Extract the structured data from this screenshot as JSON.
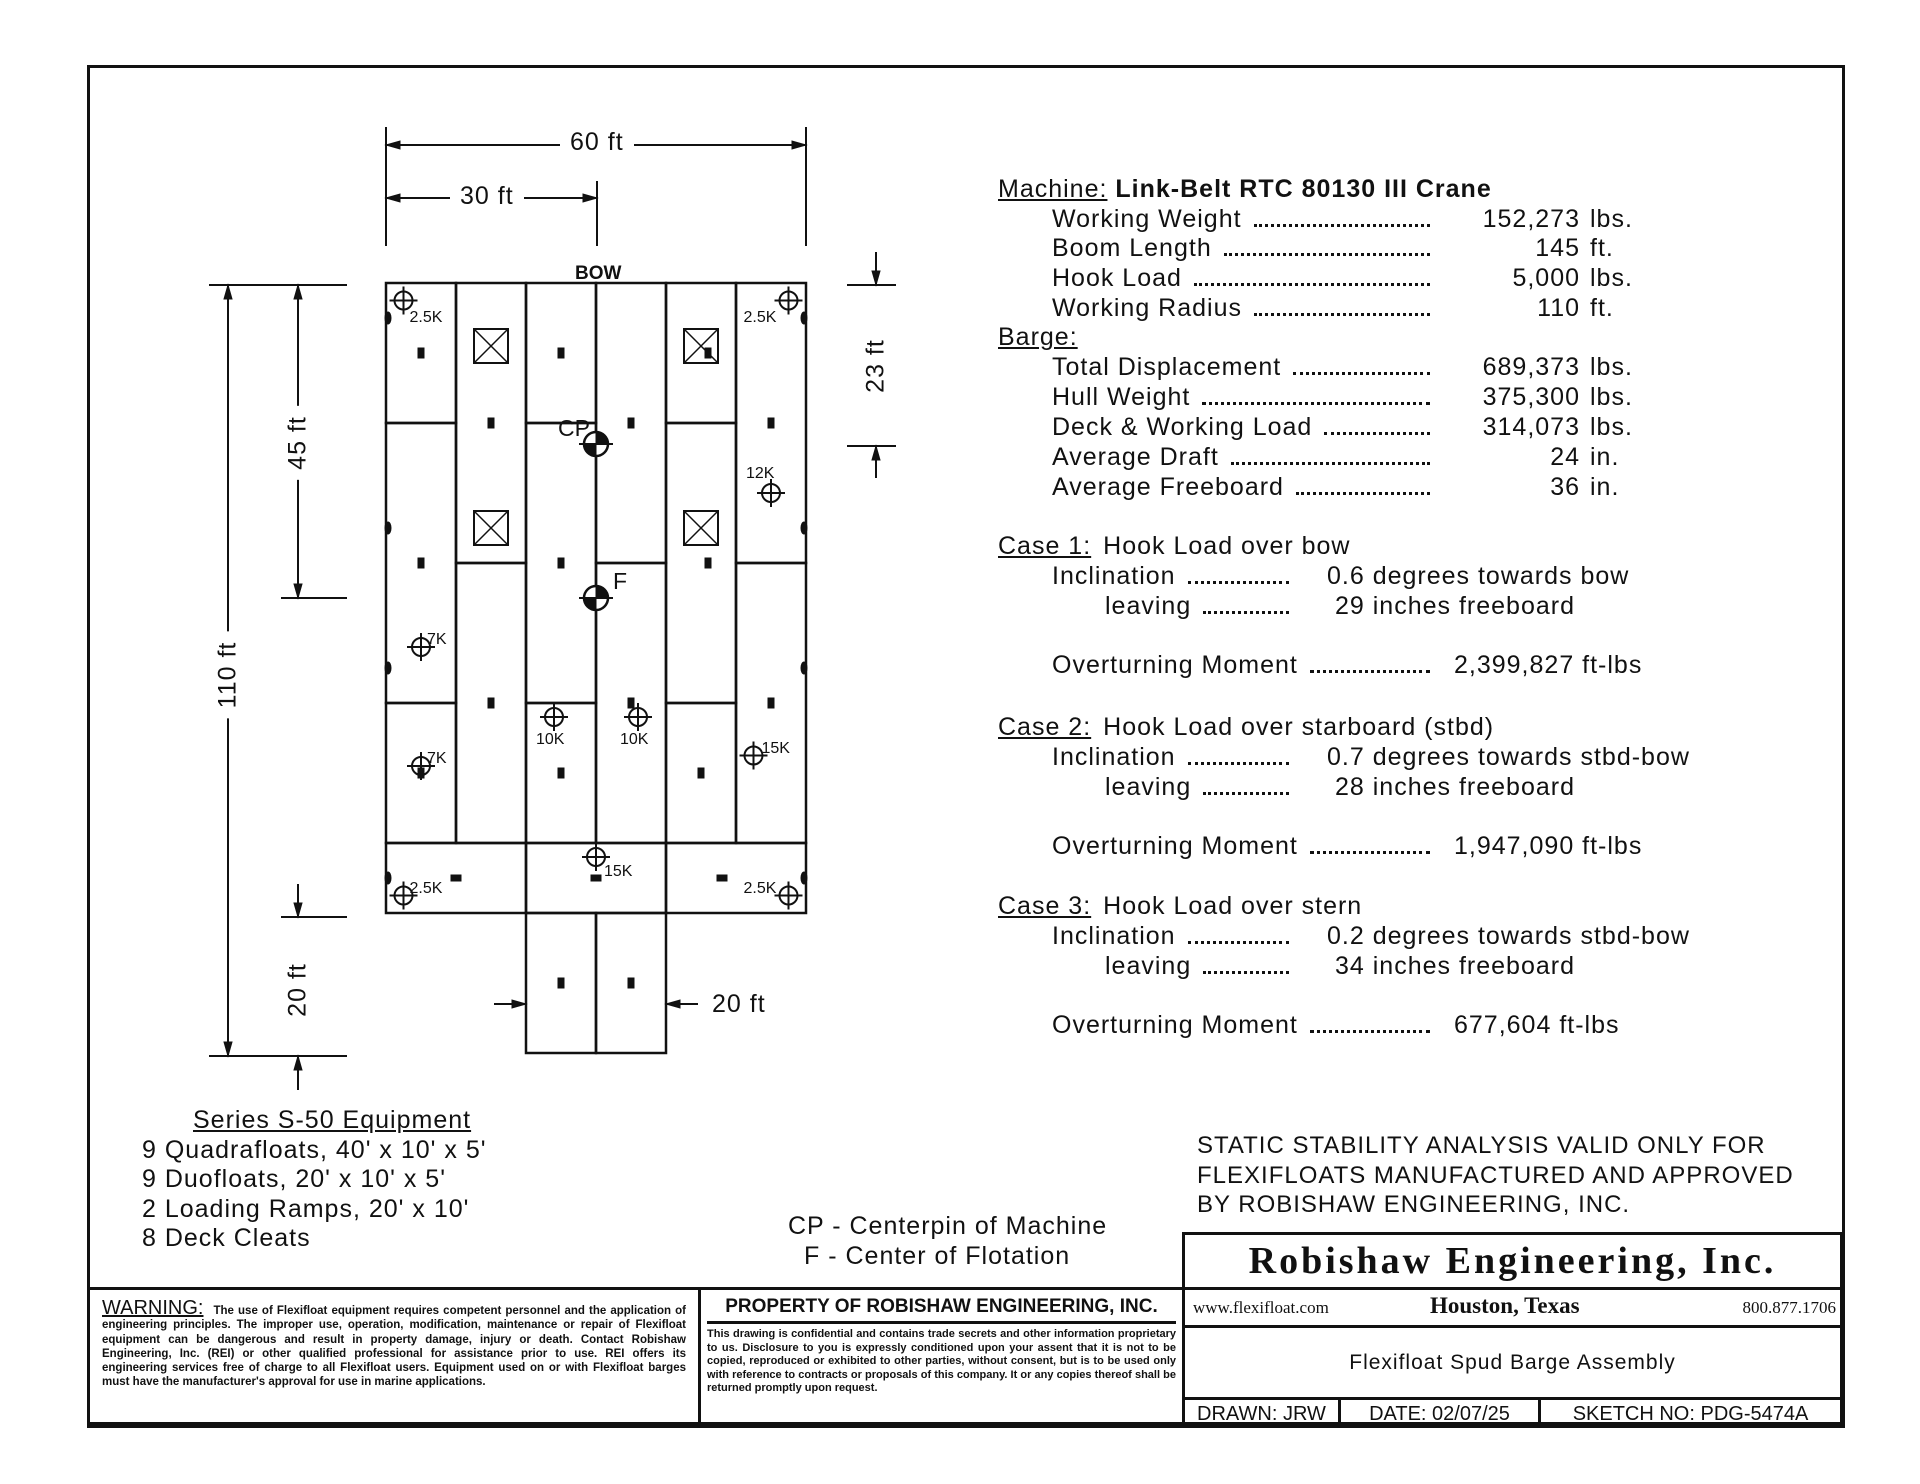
{
  "drawing": {
    "dimensions": {
      "overall_width": "60 ft",
      "half_width": "30 ft",
      "overall_length": "110 ft",
      "cp_from_bow": "45 ft",
      "ramp_length": "20 ft",
      "spud_offset": "23 ft",
      "ramp_width": "20 ft"
    },
    "bow_label": "BOW",
    "cp_label": "CP",
    "f_label": "F",
    "load_labels": [
      "2.5K",
      "2.5K",
      "12K",
      "7K",
      "7K",
      "10K",
      "10K",
      "15K",
      "15K",
      "2.5K",
      "2.5K"
    ]
  },
  "machine": {
    "heading": "Machine:",
    "name": "Link-Belt RTC 80130 III Crane",
    "rows": [
      {
        "label": "Working Weight",
        "value": "152,273",
        "unit": "lbs."
      },
      {
        "label": "Boom Length",
        "value": "145",
        "unit": "ft."
      },
      {
        "label": "Hook Load",
        "value": "5,000",
        "unit": "lbs."
      },
      {
        "label": "Working Radius",
        "value": "110",
        "unit": "ft."
      }
    ]
  },
  "barge": {
    "heading": "Barge:",
    "rows": [
      {
        "label": "Total Displacement",
        "value": "689,373",
        "unit": "lbs."
      },
      {
        "label": "Hull Weight",
        "value": "375,300",
        "unit": "lbs."
      },
      {
        "label": "Deck & Working Load",
        "value": "314,073",
        "unit": "lbs."
      },
      {
        "label": "Average Draft",
        "value": "24",
        "unit": "in."
      },
      {
        "label": "Average Freeboard",
        "value": "36",
        "unit": "in."
      }
    ]
  },
  "cases": [
    {
      "heading": "Case 1:",
      "title": "Hook Load over bow",
      "inclination_label": "Inclination",
      "inclination": "0.6 degrees towards bow",
      "leaving_label": "leaving",
      "leaving": "29 inches freeboard",
      "moment_label": "Overturning Moment",
      "moment": "2,399,827 ft-lbs"
    },
    {
      "heading": "Case 2:",
      "title": "Hook Load over starboard (stbd)",
      "inclination_label": "Inclination",
      "inclination": "0.7 degrees towards stbd-bow",
      "leaving_label": "leaving",
      "leaving": "28 inches freeboard",
      "moment_label": "Overturning Moment",
      "moment": "1,947,090 ft-lbs"
    },
    {
      "heading": "Case 3:",
      "title": "Hook Load over stern",
      "inclination_label": "Inclination",
      "inclination": "0.2 degrees towards stbd-bow",
      "leaving_label": "leaving",
      "leaving": "34 inches freeboard",
      "moment_label": "Overturning Moment",
      "moment": "677,604 ft-lbs"
    }
  ],
  "equipment": {
    "heading": "Series S-50 Equipment",
    "items": [
      "9 Quadrafloats, 40' x 10' x 5'",
      "9 Duofloats, 20' x 10' x 5'",
      "2 Loading Ramps, 20' x 10'",
      "8 Deck Cleats"
    ]
  },
  "legend": [
    "CP - Centerpin of Machine",
    "F - Center of Flotation"
  ],
  "static_note": [
    "STATIC STABILITY ANALYSIS VALID ONLY FOR",
    "FLEXIFLOATS MANUFACTURED AND APPROVED",
    "BY ROBISHAW ENGINEERING, INC."
  ],
  "warning": {
    "heading": "WARNING:",
    "text": "The use of Flexifloat equipment requires competent personnel and the application of engineering principles.  The improper use, operation, modification, maintenance or repair of Flexifloat equipment can be dangerous and result in property damage, injury or death.  Contact Robishaw Engineering, Inc. (REI) or other qualified professional for assistance prior to use.  REI offers its engineering services free of charge to all Flexifloat users. Equipment used on or with Flexifloat barges must have the manufacturer's approval for use in marine applications."
  },
  "property": {
    "heading": "PROPERTY OF ROBISHAW ENGINEERING, INC.",
    "text": "This drawing is confidential and contains trade secrets and other information proprietary to us.  Disclosure to you is expressly conditioned upon your assent that it is not to be copied, reproduced or exhibited to other parties, without consent, but is to be used only with reference to contracts or proposals of this company. It or any copies thereof shall be returned promptly upon request."
  },
  "title_block": {
    "company": "Robishaw Engineering, Inc.",
    "website": "www.flexifloat.com",
    "location": "Houston, Texas",
    "phone": "800.877.1706",
    "title": "Flexifloat Spud Barge Assembly",
    "drawn": "DRAWN: JRW",
    "date": "DATE: 02/07/25",
    "sketch": "SKETCH NO: PDG-5474A"
  }
}
